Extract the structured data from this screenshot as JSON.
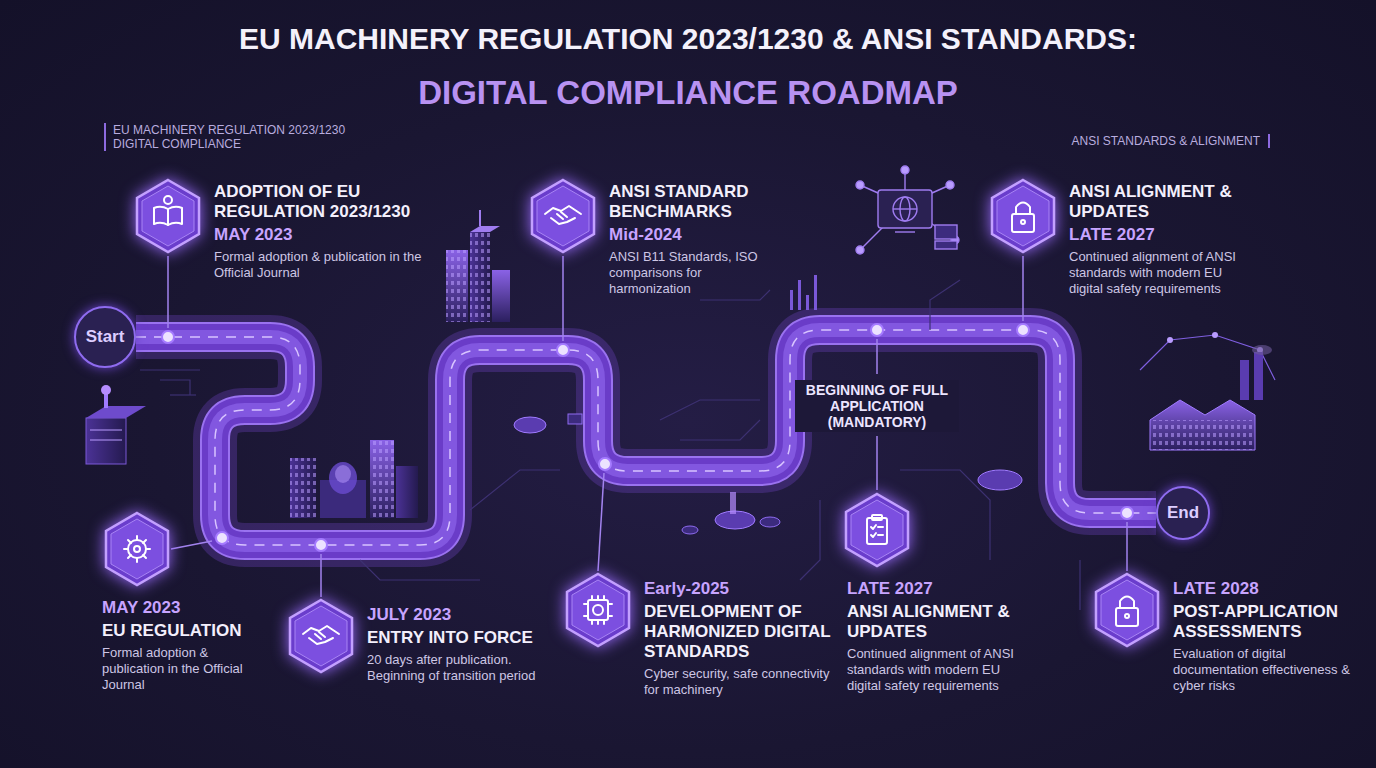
{
  "diagram": {
    "title": "EU MACHINERY REGULATION 2023/1230 & ANSI STANDARDS:",
    "nodes": [
      {
        "text": [
          "Start"
        ]
      },
      {
        "text": [
          "ADOPTION OF EU REGULATION 2023/1230",
          "MAY 2023",
          "Formal adoption & publication in the Official Journal"
        ]
      },
      {
        "text": [
          "ANSI STANDARD BENCHMARKS",
          "Mid-2024",
          "ANSI B11 Standards, ISO comparisons for harmonization"
        ]
      },
      {
        "text": [
          "ANSI ALIGNMENT & UPDATES",
          "LATE 2027",
          "Continued alignment of ANSI standards with modern EU digital safety requirements"
        ]
      },
      {
        "text": [
          "MAY 2023",
          "EU REGULATION",
          "Formal adoption & publication in the Official Journal"
        ]
      },
      {
        "text": [
          "JULY 2023",
          "ENTRY INTO FORCE",
          "20 days after publication. Beginning of transition period"
        ]
      },
      {
        "text": [
          "Early-2025",
          "DEVELOPMENT OF HARMONIZED DIGITAL STANDARDS",
          "Cyber security, safe connectivity for machinery"
        ]
      },
      {
        "text": [
          "LATE 2027",
          "ANSI ALIGNMENT & UPDATES",
          "Continued alignment of ANSI standards with modern EU digital safety requirements"
        ]
      },
      {
        "text": [
          "End"
        ]
      },
      {
        "text": [
          "LATE 2028",
          "POST-APPLICATION ASSESSMENTS",
          "Evaluation of digital documentation effectiveness & cyber risks"
        ]
      }
    ],
    "edges": [
      {
        "from": 0,
        "to": 8,
        "arrow": "none"
      }
    ],
    "labels": [
      "DIGITAL COMPLIANCE ROADMAP",
      "EU MACHINERY REGULATION 2023/1230 DIGITAL COMPLIANCE",
      "ANSI STANDARDS & ALIGNMENT",
      "BEGINNING OF FULL APPLICATION (MANDATORY)"
    ]
  }
}
